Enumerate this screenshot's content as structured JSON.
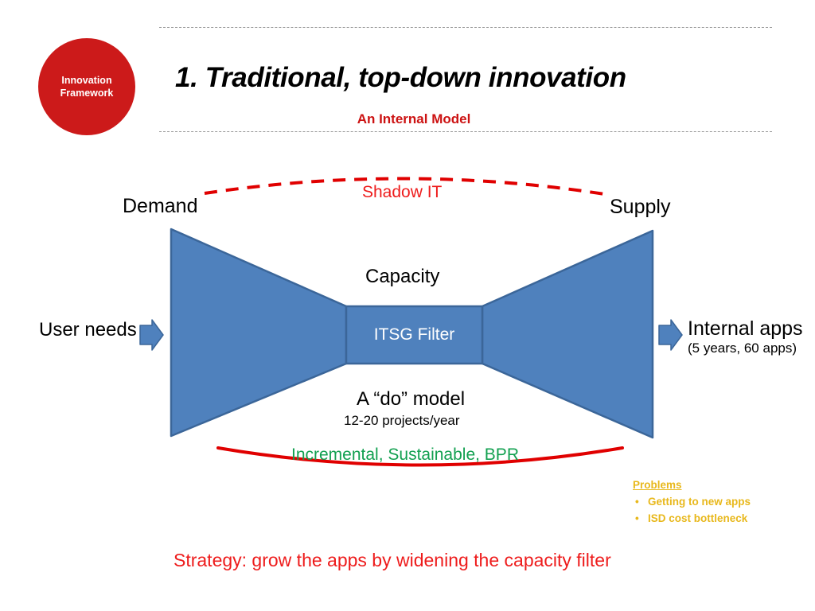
{
  "slide": {
    "badge": {
      "line1": "Innovation",
      "line2": "Framework",
      "color": "#cc1a1a"
    },
    "title": "1. Traditional, top-down innovation",
    "subtitle": "An Internal Model",
    "subtitle_color": "#cc1212"
  },
  "diagram": {
    "type": "bowtie-funnel",
    "shape_fill": "#4f81bd",
    "shape_stroke": "#3b6699",
    "left_label": "Demand",
    "right_label": "Supply",
    "top_annotation": "Shadow IT",
    "top_annotation_color": "#ee1c1c",
    "upper_label": "Capacity",
    "center_label": "ITSG Filter",
    "center_label_color": "#ffffff",
    "lower_label": "A “do” model",
    "lower_sublabel": "12-20 projects/year",
    "bottom_annotation": "Incremental, Sustainable, BPR",
    "bottom_annotation_color": "#12a050",
    "bottom_arc_color": "#e00000",
    "input": {
      "label": "User needs",
      "arrow": "right-arrow-icon"
    },
    "output": {
      "label": "Internal apps",
      "sublabel": "(5 years, 60 apps)",
      "arrow": "right-arrow-icon"
    }
  },
  "problems": {
    "title": "Problems",
    "color": "#e8b81c",
    "bullet_glyph": "•",
    "items": [
      "Getting to new apps",
      "ISD cost bottleneck"
    ]
  },
  "strategy": {
    "text": "Strategy: grow the apps by widening the capacity filter",
    "color": "#ee1c1c"
  }
}
